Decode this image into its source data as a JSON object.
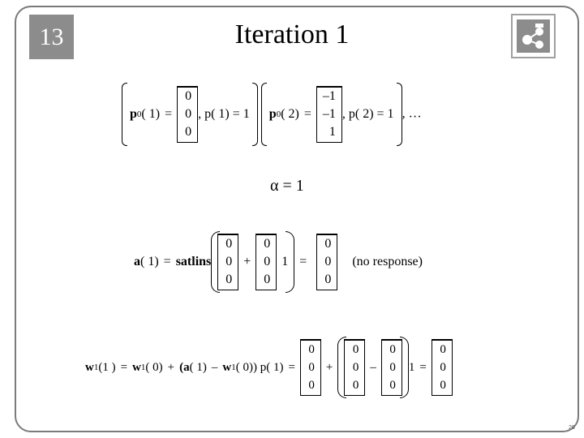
{
  "slide_number": "13",
  "title": "Iteration 1",
  "page_number": "26",
  "line1": {
    "p_label": "p",
    "p_sup": "0",
    "arg1": "( 1)",
    "eq": "=",
    "vec1": [
      "0",
      "0",
      "0"
    ],
    "target1": ", p( 1) = 1",
    "arg2": "( 2)",
    "vec2": [
      "–1",
      "–1",
      "1"
    ],
    "target2": ", p( 2) = 1",
    "tail": ", …"
  },
  "alpha": {
    "symbol": "α",
    "rest": "= 1"
  },
  "line3": {
    "lhs_a": "a",
    "lhs_arg": "( 1)",
    "eq": "=",
    "func": "satlins",
    "vec_a": [
      "0",
      "0",
      "0"
    ],
    "plus": "+",
    "vec_b": [
      "0",
      "0",
      "0"
    ],
    "scalar": "1",
    "eq2": "=",
    "result": [
      "0",
      "0",
      "0"
    ],
    "note": "(no response)"
  },
  "line4": {
    "w": "w",
    "w_sub": "1",
    "arg1": "(1 )",
    "eq": "=",
    "arg0": "( 0)",
    "plus": "+",
    "a_part": "(a",
    "a_arg": "( 1)",
    "minus": "–",
    "tail_part": "( 0)) p( 1)",
    "eq2": "=",
    "vec0": [
      "0",
      "0",
      "0"
    ],
    "plus2": "+",
    "vec_a": [
      "0",
      "0",
      "0"
    ],
    "minus2": "–",
    "vec_b": [
      "0",
      "0",
      "0"
    ],
    "scalar": "1",
    "eq3": "=",
    "result": [
      "0",
      "0",
      "0"
    ]
  }
}
